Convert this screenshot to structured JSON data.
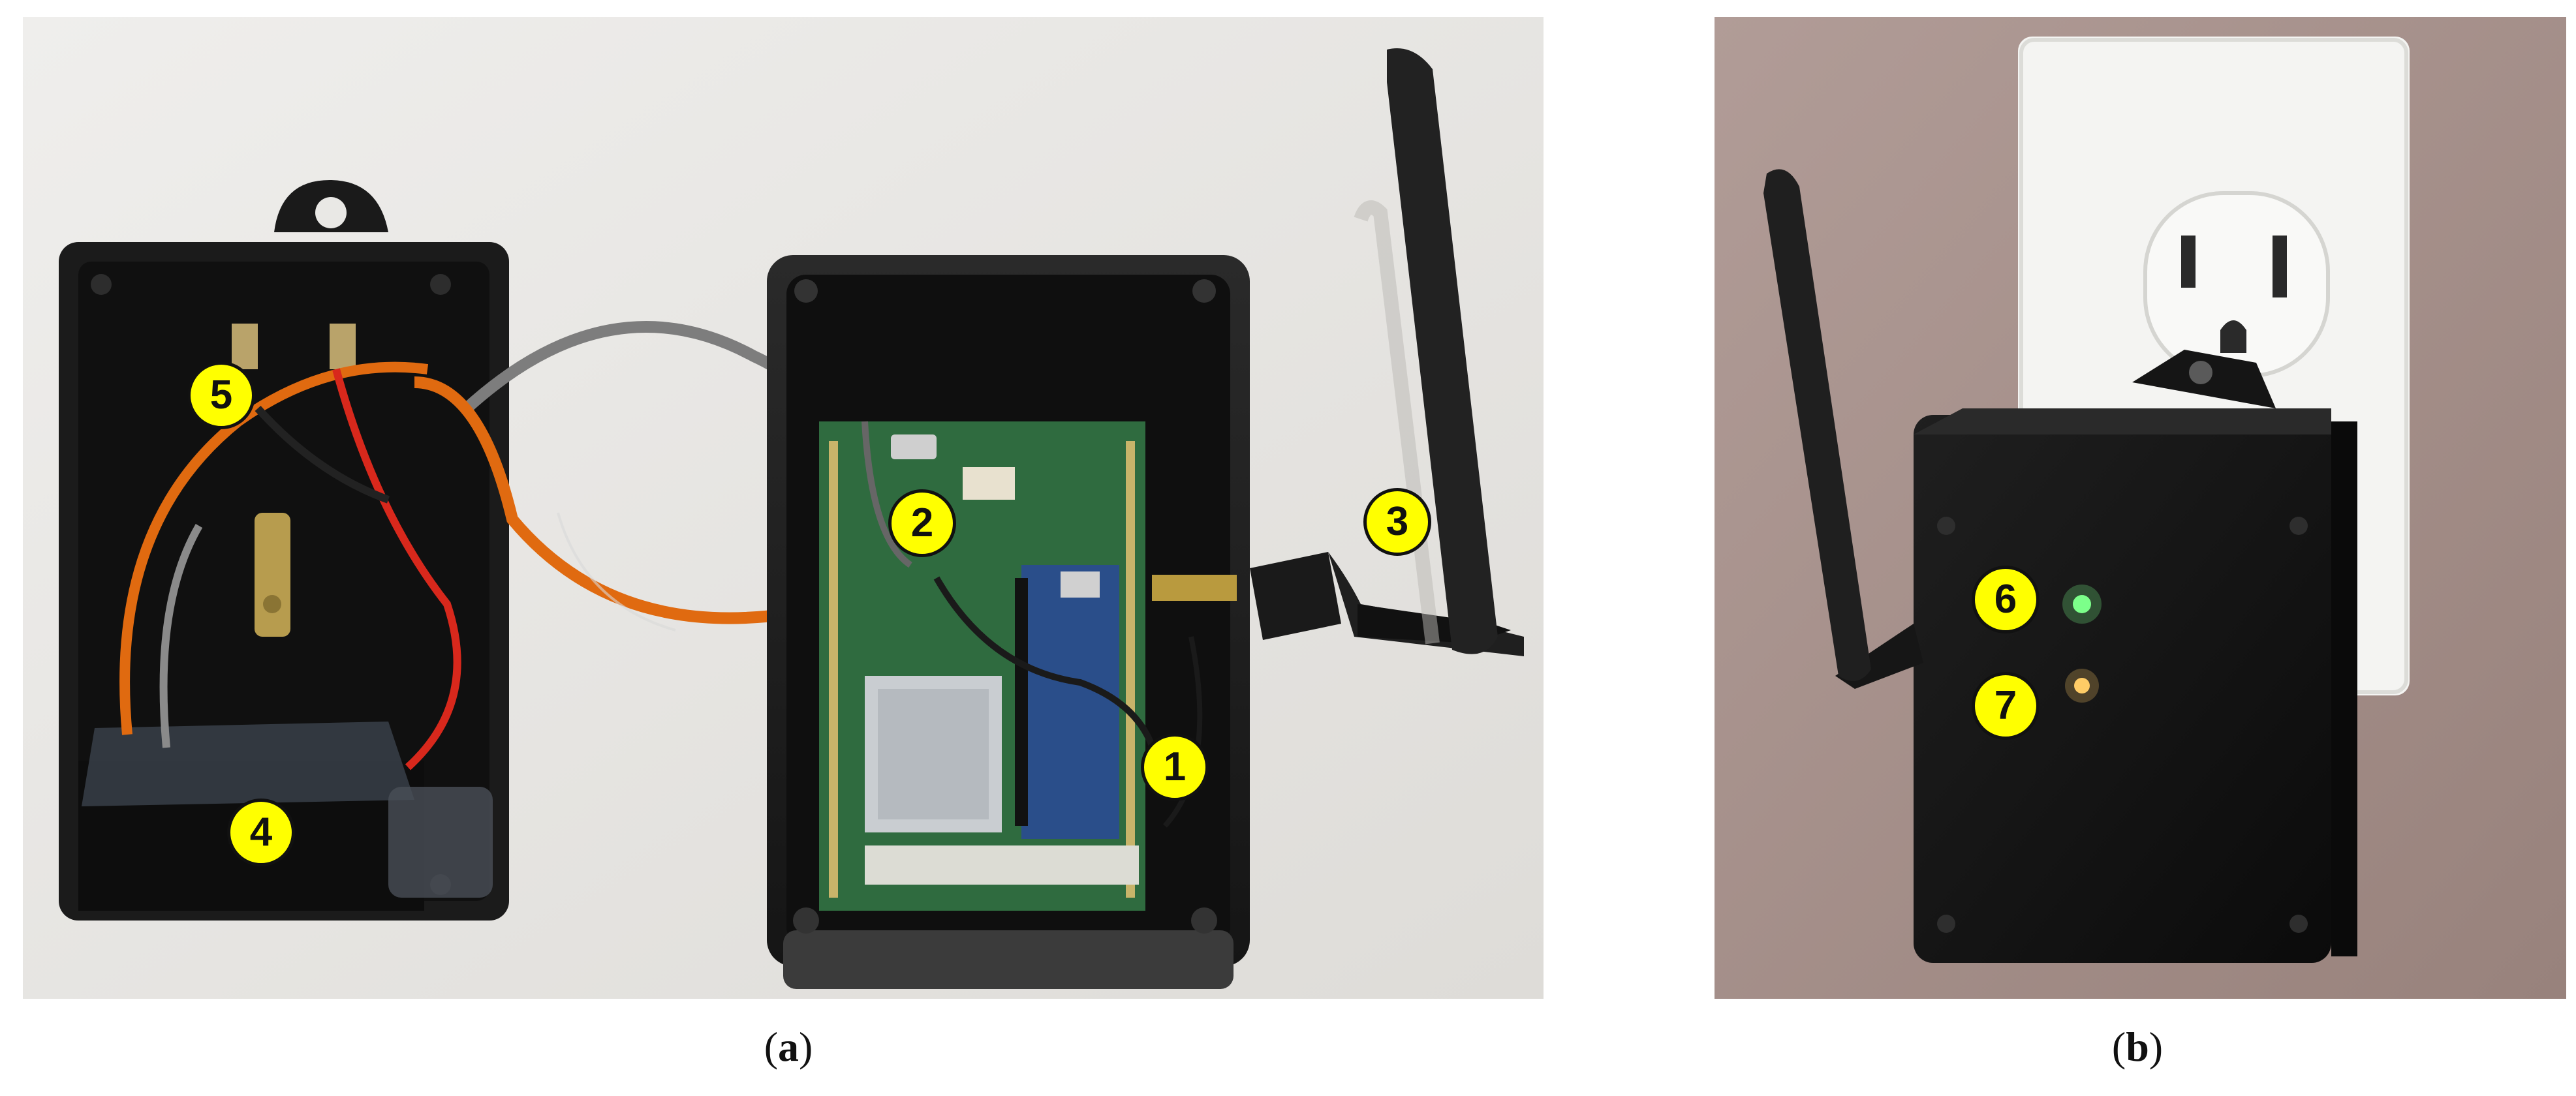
{
  "panels": [
    {
      "id": "a",
      "caption": "(a)",
      "caption_letter": "a",
      "markers": [
        "1",
        "2",
        "3",
        "4",
        "5"
      ],
      "colors": {
        "background": "#ebe9e6",
        "enclosure": "#1c1c1c",
        "pcb": "#2f6b3f",
        "wire_orange": "#e06a10",
        "wire_gray": "#7d7d7d",
        "wire_red": "#d8281c"
      }
    },
    {
      "id": "b",
      "caption": "(b)",
      "caption_letter": "b",
      "markers": [
        "6",
        "7"
      ],
      "colors": {
        "wall": "#a58f8a",
        "outlet_plate": "#f4f4f2",
        "enclosure": "#161616",
        "led_green": "#7dff8a",
        "led_amber": "#ffcc66"
      }
    }
  ],
  "marker_style": {
    "fill": "#ffff00",
    "outline": "#111111"
  }
}
